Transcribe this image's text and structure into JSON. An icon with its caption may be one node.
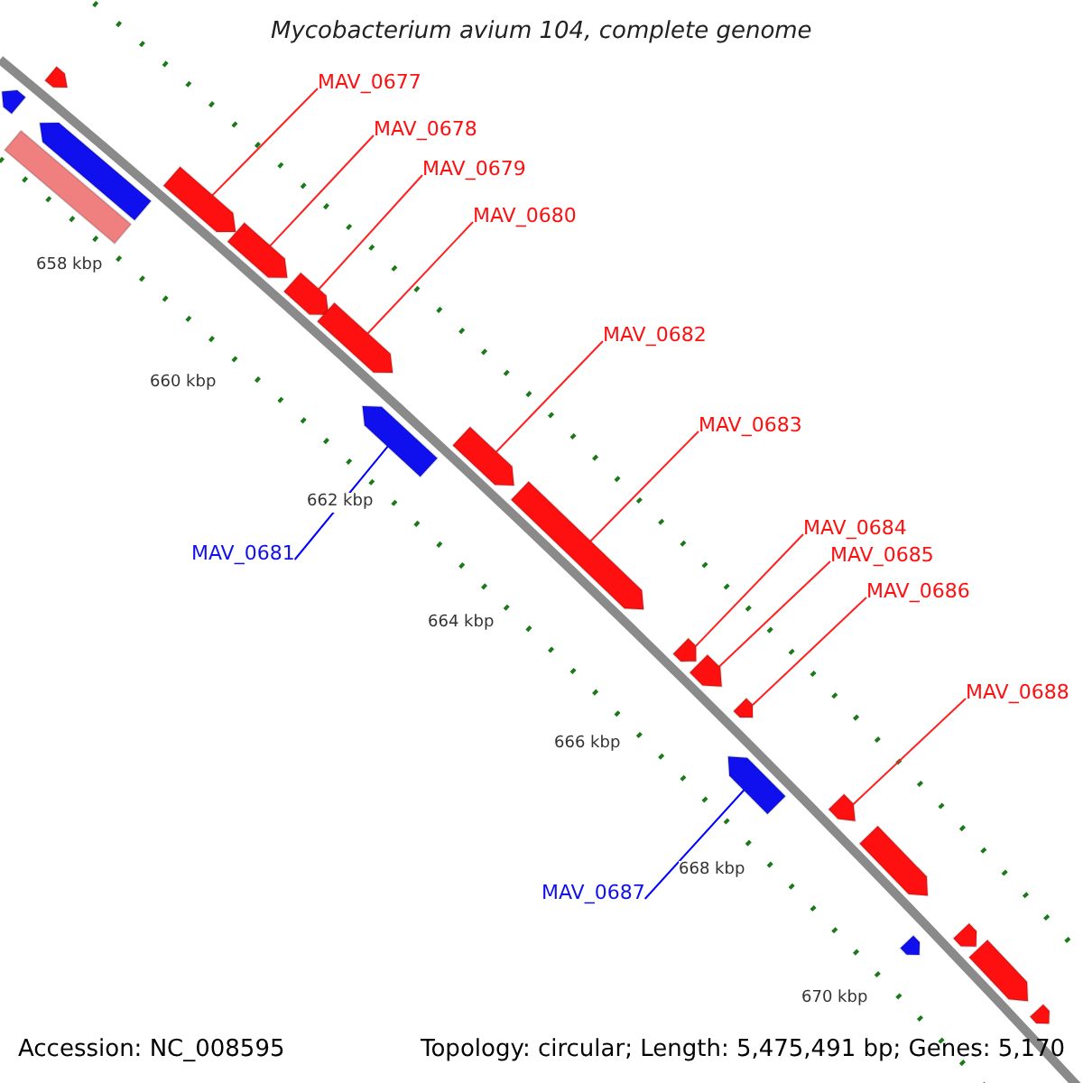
{
  "diagram": {
    "title": "Mycobacterium avium 104, complete genome",
    "nodes": [
      {
        "text": [
          "MAV_0677"
        ]
      },
      {
        "text": [
          "MAV_0678"
        ]
      },
      {
        "text": [
          "MAV_0679"
        ]
      },
      {
        "text": [
          "MAV_0680"
        ]
      },
      {
        "text": [
          "MAV_0681"
        ]
      },
      {
        "text": [
          "MAV_0682"
        ]
      },
      {
        "text": [
          "MAV_0683"
        ]
      },
      {
        "text": [
          "MAV_0684"
        ]
      },
      {
        "text": [
          "MAV_0685"
        ]
      },
      {
        "text": [
          "MAV_0686"
        ]
      },
      {
        "text": [
          "MAV_0687"
        ]
      },
      {
        "text": [
          "MAV_0688"
        ]
      },
      {
        "text": [],
        "shape": "bar"
      },
      {
        "text": [],
        "shape": "bar"
      },
      {
        "text": [],
        "shape": "box"
      },
      {
        "text": [],
        "shape": "bar"
      },
      {
        "text": [],
        "shape": "bar"
      },
      {
        "text": [],
        "shape": "bar"
      },
      {
        "text": [],
        "shape": "bar"
      },
      {
        "text": [],
        "shape": "bar"
      },
      {
        "text": [],
        "shape": "bar"
      },
      {
        "text": [],
        "shape": "bar"
      },
      {
        "text": [],
        "shape": "bar"
      },
      {
        "text": [],
        "shape": "bar"
      },
      {
        "text": [],
        "shape": "bar"
      },
      {
        "text": [],
        "shape": "bar"
      },
      {
        "text": [],
        "shape": "bar"
      },
      {
        "text": [],
        "shape": "bar"
      },
      {
        "text": [],
        "shape": "bar"
      },
      {
        "text": [],
        "shape": "bar"
      },
      {
        "text": [],
        "shape": "bar"
      },
      {
        "text": [],
        "shape": "bar"
      },
      {
        "text": [],
        "shape": "bar"
      }
    ],
    "edges": [
      {
        "from": 0,
        "to": 16,
        "arrow": "none"
      },
      {
        "from": 1,
        "to": 17,
        "arrow": "none"
      },
      {
        "from": 2,
        "to": 18,
        "arrow": "none"
      },
      {
        "from": 3,
        "to": 19,
        "arrow": "none"
      },
      {
        "from": 4,
        "to": 20,
        "arrow": "none",
        "color": "#0000ff"
      },
      {
        "from": 5,
        "to": 21,
        "arrow": "none"
      },
      {
        "from": 6,
        "to": 22,
        "arrow": "none"
      },
      {
        "from": 7,
        "to": 23,
        "arrow": "none"
      },
      {
        "from": 8,
        "to": 24,
        "arrow": "none"
      },
      {
        "from": 9,
        "to": 25,
        "arrow": "none"
      },
      {
        "from": 10,
        "to": 26,
        "arrow": "none",
        "color": "#0000ff"
      },
      {
        "from": 11,
        "to": 27,
        "arrow": "none"
      }
    ],
    "labels": [
      "658 kbp",
      "660 kbp",
      "662 kbp",
      "664 kbp",
      "666 kbp",
      "668 kbp",
      "670 kbp",
      "Accession: NC_008595",
      "Topology: circular; Length: 5,475,491 bp; Genes: 5,170"
    ]
  }
}
